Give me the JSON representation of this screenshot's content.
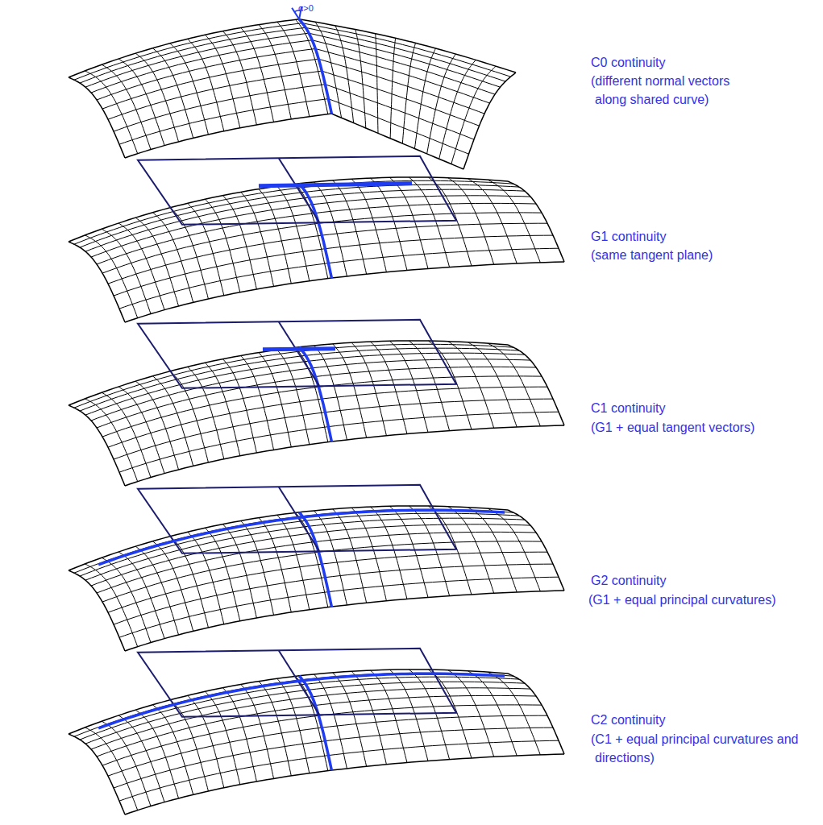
{
  "diagram": {
    "labels": [
      "α>0",
      "C0 continuity",
      "(different normal vectors along shared curve)",
      "G1 continuity",
      "(same tangent plane)",
      "C1 continuity",
      "(G1 + equal tangent vectors)",
      "G2 continuity",
      "(G1 + equal principal curvatures)",
      "C2 continuity",
      "(C1 + equal principal curvatures and directions)"
    ]
  }
}
